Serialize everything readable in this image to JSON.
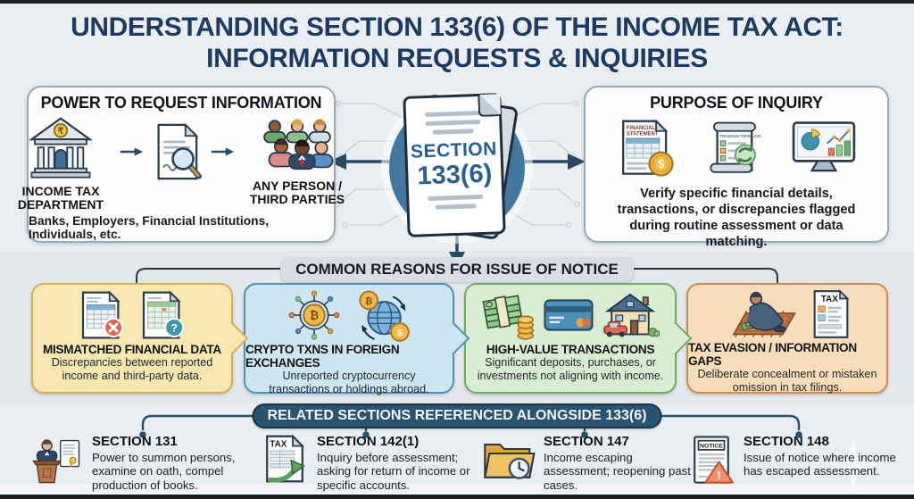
{
  "title": {
    "line1": "UNDERSTANDING SECTION 133(6) OF THE INCOME TAX ACT:",
    "line2": "INFORMATION REQUESTS & INQUIRIES"
  },
  "center": {
    "word": "SECTION",
    "number": "133(6)"
  },
  "power_box": {
    "title": "POWER TO REQUEST INFORMATION",
    "from_label": "INCOME TAX DEPARTMENT",
    "to_label": "ANY PERSON / THIRD PARTIES",
    "footnote": "Banks, Employers, Financial Institutions, Individuals, etc."
  },
  "purpose_box": {
    "title": "PURPOSE OF INQUIRY",
    "description": "Verify specific financial details, transactions, or discrepancies flagged during routine assessment or data matching."
  },
  "reasons": {
    "banner": "COMMON REASONS FOR ISSUE OF NOTICE",
    "items": [
      {
        "title": "MISMATCHED FINANCIAL DATA",
        "description": "Discrepancies between reported income and third-party data."
      },
      {
        "title": "CRYPTO TXNS IN FOREIGN EXCHANGES",
        "description": "Unreported cryptocurrency transactions or holdings abroad."
      },
      {
        "title": "HIGH-VALUE TRANSACTIONS",
        "description": "Significant deposits, purchases, or investments not aligning with income."
      },
      {
        "title": "TAX EVASION / INFORMATION GAPS",
        "description": "Deliberate concealment or mistaken omission in tax filings."
      }
    ]
  },
  "related": {
    "banner": "RELATED SECTIONS REFERENCED ALONGSIDE 133(6)",
    "items": [
      {
        "title": "SECTION 131",
        "description": "Power to summon persons, examine on oath, compel production of books."
      },
      {
        "title": "SECTION 142(1)",
        "description": "Inquiry before assessment; asking for return of income or specific accounts."
      },
      {
        "title": "SECTION 147",
        "description": "Income escaping assessment; reopening past cases."
      },
      {
        "title": "SECTION 148",
        "description": "Issue of notice where income has escaped assessment."
      }
    ]
  },
  "icons": {
    "rupee": "₹",
    "bitcoin": "₿",
    "dollar": "$",
    "question": "?",
    "exclamation": "!",
    "tax_label": "TAX",
    "notice_label": "NOTICE",
    "financial_statement_line1": "FINANCIAL",
    "financial_statement_line2": "STATEMENT",
    "transaction_log_label": "TRANSACTION LOG"
  },
  "colors": {
    "background": "#eaeef2",
    "title_navy": "#1e3a5f",
    "hub_blue": "#44779f",
    "section_text": "#2a6090",
    "banner_gray": "#d8dee3",
    "banner_dark": "#29536f",
    "card_yellow": "#f7e7b0",
    "card_yellow_border": "#d7ae55",
    "card_blue": "#cde6f2",
    "card_blue_border": "#4e93ba",
    "card_green": "#d9edd3",
    "card_green_border": "#71ab67",
    "card_orange": "#f8ddbb",
    "card_orange_border": "#cf8b4d"
  }
}
